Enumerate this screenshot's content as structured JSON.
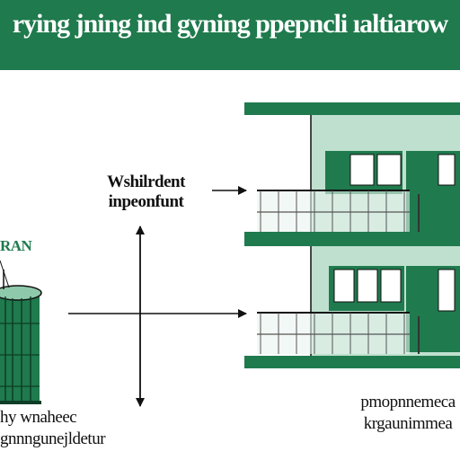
{
  "header": {
    "title": "rying jning ind gyning ppepncli ıaltiarow"
  },
  "labels": {
    "center": [
      "Wshilrdent",
      "inpeonfunt"
    ],
    "tank_top": "RAN",
    "tank_bottom": [
      "hy wnaheec",
      "gnnngunejldetur"
    ],
    "right": [
      "pmopnnemeca",
      "krgaunimmea"
    ]
  },
  "colors": {
    "brand_green": "#1f7a4d",
    "light_green": "#bfe0cf",
    "railing_grey": "#9aa7a0",
    "ink": "#111111"
  },
  "icons": [
    "arrow-right-icon",
    "double-arrow-vertical-icon",
    "water-tank-icon",
    "apartment-building-icon"
  ]
}
